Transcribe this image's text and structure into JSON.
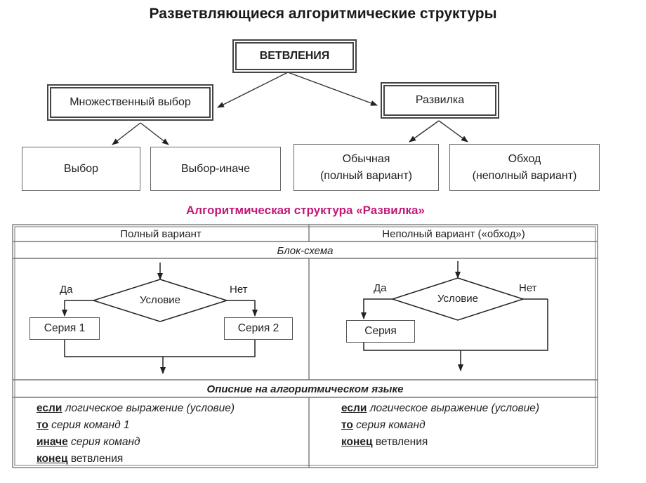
{
  "title": "Разветвляющиеся алгоритмические структуры",
  "tree": {
    "root": "ВЕТВЛЕНИЯ",
    "multi": "Множественный выбор",
    "fork": "Развилка",
    "choice": "Выбор",
    "choice_else": "Выбор-иначе",
    "normal_line1": "Обычная",
    "normal_line2": "(полный вариант)",
    "bypass_line1": "Обход",
    "bypass_line2": "(неполный вариант)"
  },
  "subtitle": "Алгоритмическая структура «Развилка»",
  "table": {
    "col_full": "Полный вариант",
    "col_partial": "Неполный вариант («обход»)",
    "flowchart_header": "Блок-схема",
    "description_header": "Опиcние на алгоритмическом языке"
  },
  "flow_full": {
    "yes": "Да",
    "no": "Нет",
    "condition": "Условие",
    "series1": "Серия 1",
    "series2": "Серия 2"
  },
  "flow_partial": {
    "yes": "Да",
    "no": "Нет",
    "condition": "Условие",
    "series": "Серия"
  },
  "code_full": {
    "if_kw": "если",
    "if_rest": " логическое выражение (условие)",
    "then_kw": "то",
    "then_rest": " серия команд 1",
    "else_kw": "иначе",
    "else_rest": " серия команд",
    "end_kw": "конец",
    "end_rest": " ветвления"
  },
  "code_partial": {
    "if_kw": "если",
    "if_rest": " логическое выражение (условие)",
    "then_kw": "то",
    "then_rest": " серия команд",
    "end_kw": "конец",
    "end_rest": " ветвления"
  },
  "colors": {
    "subtitle": "#c2187a",
    "lines": "#444444"
  }
}
